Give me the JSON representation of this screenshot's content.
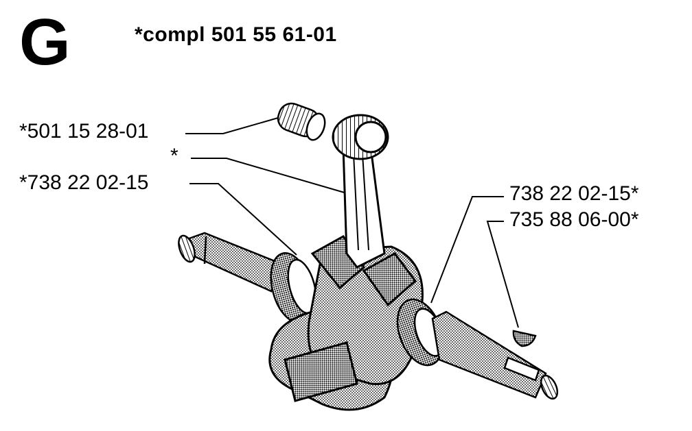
{
  "header": {
    "section_letter": "G",
    "assembly_title": "*compl 501 55 61-01"
  },
  "callouts": [
    {
      "id": "needle-bearing",
      "text": "*501 15 28-01"
    },
    {
      "id": "connecting-rod",
      "text": "*"
    },
    {
      "id": "left-ball-bearing",
      "text": "*738 22 02-15"
    },
    {
      "id": "right-ball-bearing",
      "text": "738 22 02-15*"
    },
    {
      "id": "woodruff-key",
      "text": "735 88 06-00*"
    }
  ],
  "colors": {
    "ink": "#000000",
    "paper": "#ffffff"
  }
}
